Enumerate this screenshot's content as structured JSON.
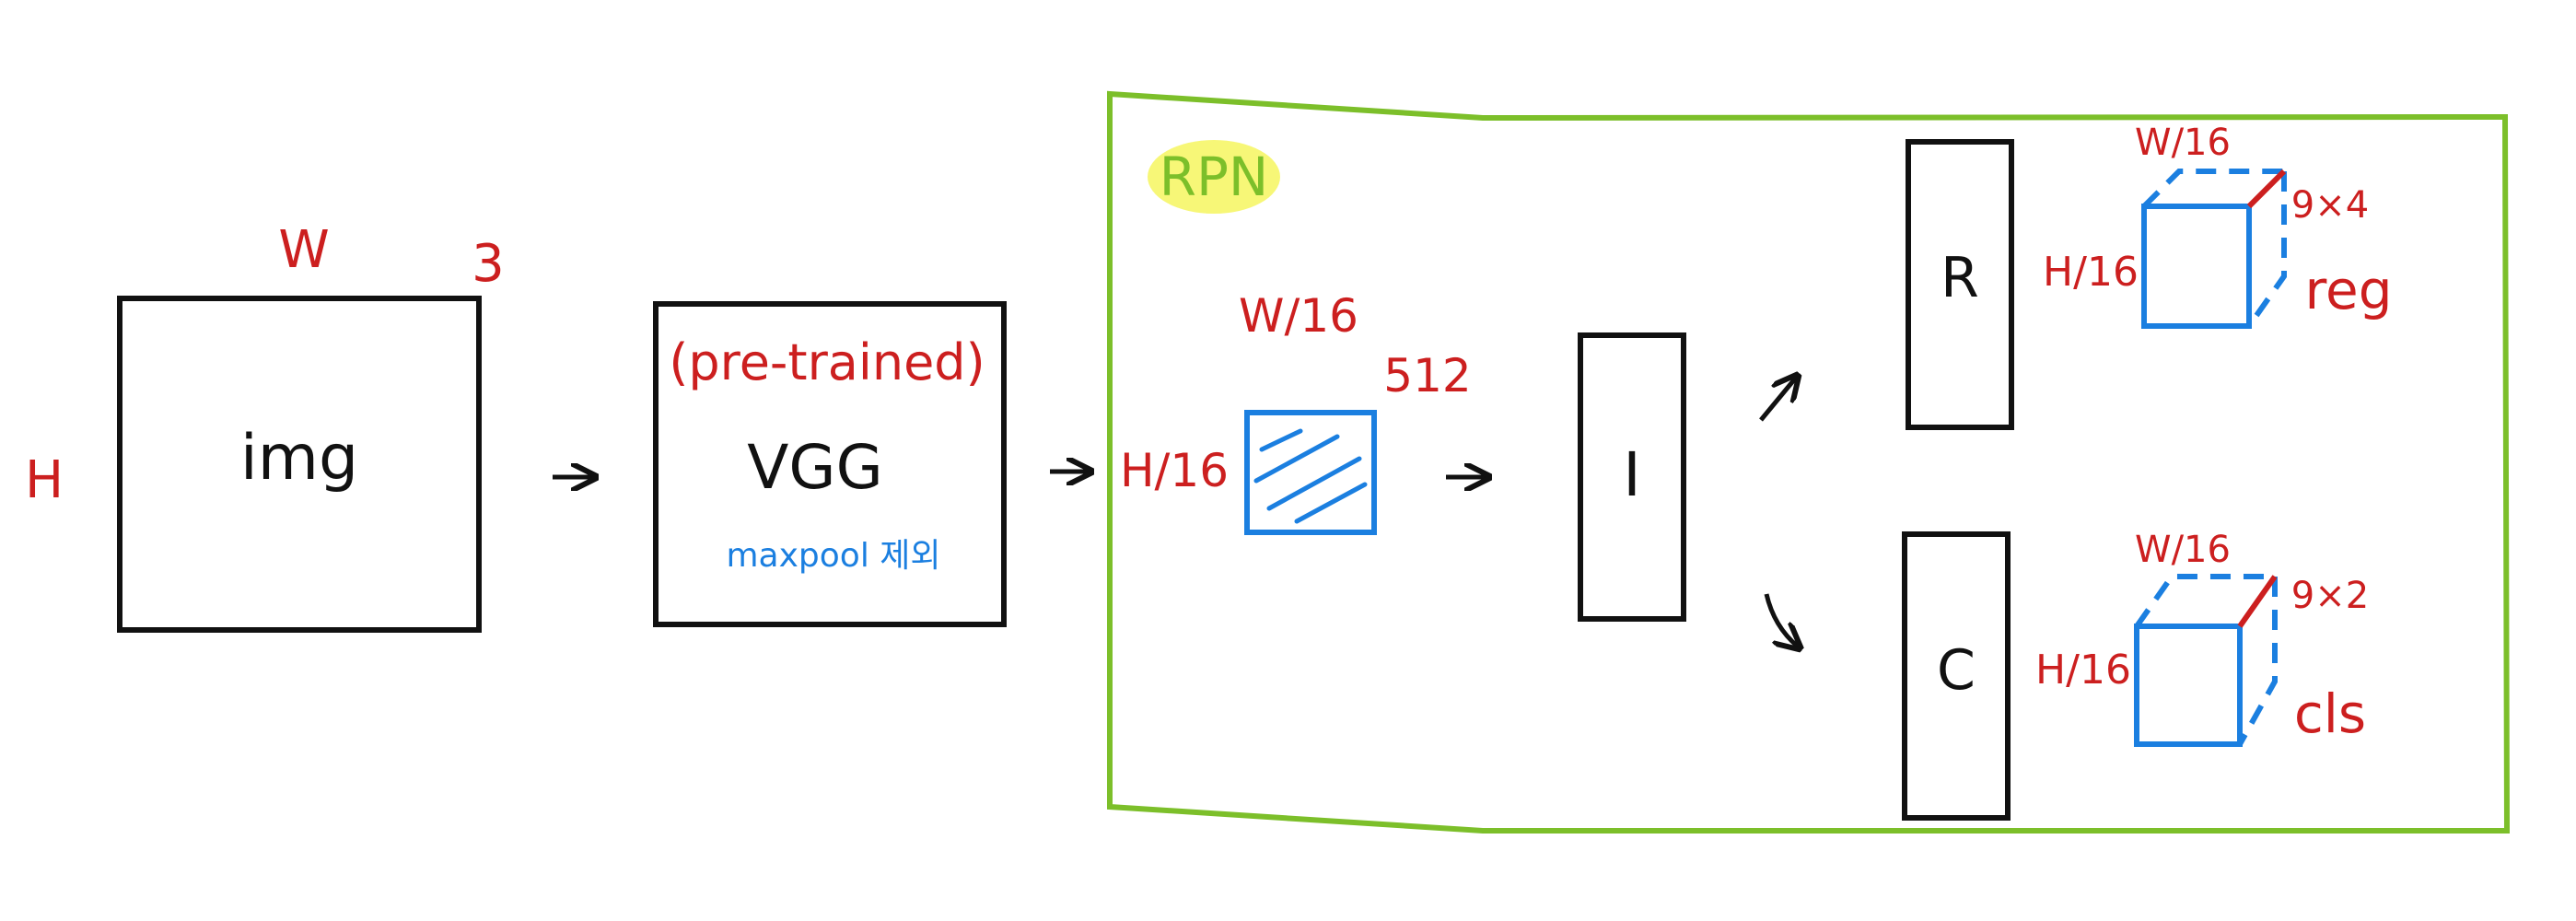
{
  "input": {
    "label": "img",
    "width_label": "W",
    "height_label": "H",
    "channels_label": "3"
  },
  "backbone": {
    "label": "VGG",
    "note": "(pre-trained)",
    "sub_note": "maxpool 제외"
  },
  "rpn": {
    "title": "RPN",
    "feature": {
      "width_label": "W/16",
      "height_label": "H/16",
      "channels_label": "512"
    },
    "intermediate_label": "I",
    "reg": {
      "box_label": "R",
      "width_label": "W/16",
      "height_label": "H/16",
      "depth_label": "9×4",
      "name": "reg"
    },
    "cls": {
      "box_label": "C",
      "width_label": "W/16",
      "height_label": "H/16",
      "depth_label": "9×2",
      "name": "cls"
    }
  },
  "colors": {
    "black": "#111111",
    "red": "#cc1f1f",
    "blue": "#1b7fe0",
    "green": "#7cbf2a",
    "highlight": "#f4f44a"
  },
  "arrow_glyph": "→"
}
